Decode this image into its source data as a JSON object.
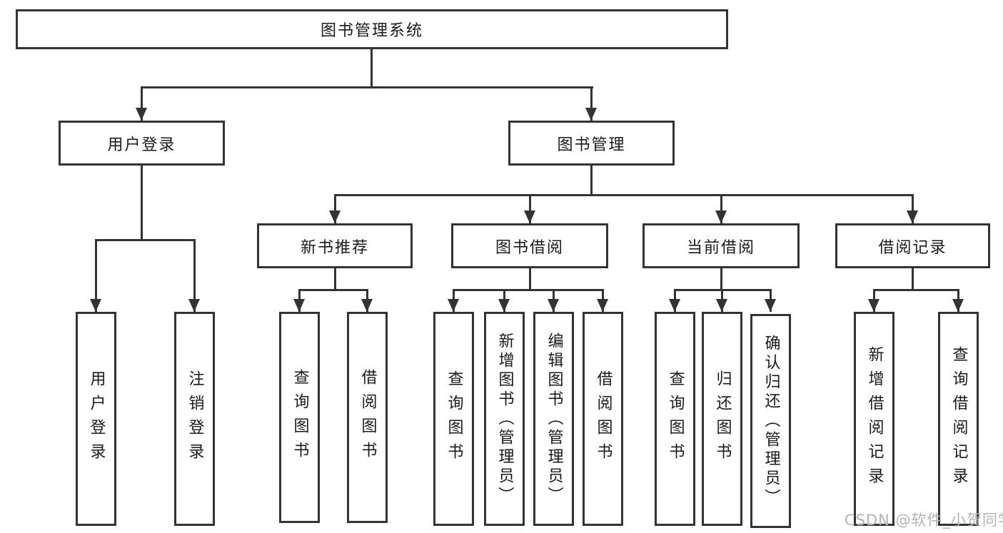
{
  "tree": {
    "label": "图书管理系统",
    "children": [
      {
        "label": "用户登录",
        "children": [
          {
            "label": "用户登录"
          },
          {
            "label": "注销登录"
          }
        ]
      },
      {
        "label": "图书管理",
        "children": [
          {
            "label": "新书推荐",
            "children": [
              {
                "label": "查询图书"
              },
              {
                "label": "借阅图书"
              }
            ]
          },
          {
            "label": "图书借阅",
            "children": [
              {
                "label": "查询图书"
              },
              {
                "label": "新增图书（管理员）"
              },
              {
                "label": "编辑图书（管理员）"
              },
              {
                "label": "借阅图书"
              }
            ]
          },
          {
            "label": "当前借阅",
            "children": [
              {
                "label": "查询图书"
              },
              {
                "label": "归还图书"
              },
              {
                "label": "确认归还（管理员）"
              }
            ]
          },
          {
            "label": "借阅记录",
            "children": [
              {
                "label": "新增借阅记录"
              },
              {
                "label": "查询借阅记录"
              }
            ]
          }
        ]
      }
    ]
  },
  "watermark": {
    "text": "CSDN @软件_小贺同学"
  },
  "colors": {
    "line": "#333333",
    "text": "#1a1a1a",
    "watermark": "#b4b4b4",
    "background": "#ffffff"
  }
}
